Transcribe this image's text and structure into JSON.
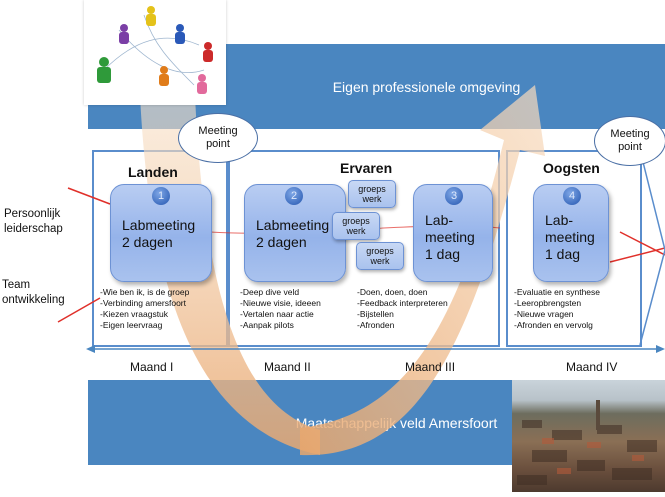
{
  "bands": {
    "top": "Eigen professionele omgeving",
    "bottom": "Maatschappelijk veld Amersfoort"
  },
  "meeting_points": [
    {
      "line1": "Meeting",
      "line2": "point"
    },
    {
      "line1": "Meeting",
      "line2": "point"
    }
  ],
  "side_labels": {
    "persoonlijk": [
      "Persoonlijk",
      "leiderschap"
    ],
    "team": [
      "Team",
      "ontwikkeling"
    ]
  },
  "phases": {
    "landen": "Landen",
    "ervaren": "Ervaren",
    "oogsten": "Oogsten"
  },
  "labs": [
    {
      "num": "1",
      "lines": [
        "Labmeeting",
        "2 dagen"
      ]
    },
    {
      "num": "2",
      "lines": [
        "Labmeeting",
        "2 dagen"
      ]
    },
    {
      "num": "3",
      "lines": [
        "Lab-",
        "meeting",
        "1 dag"
      ]
    },
    {
      "num": "4",
      "lines": [
        "Lab-",
        "meeting",
        "1 dag"
      ]
    }
  ],
  "groepswerk": [
    {
      "l1": "groeps",
      "l2": "werk"
    },
    {
      "l1": "groeps",
      "l2": "werk"
    },
    {
      "l1": "groeps",
      "l2": "werk"
    }
  ],
  "bullets": {
    "col1": [
      "-Wie ben ik, is de groep",
      "-Verbinding amersfoort",
      "-Kiezen vraagstuk",
      "-Eigen leervraag"
    ],
    "col2": [
      "-Deep dive veld",
      "-Nieuwe visie, ideeen",
      "-Vertalen naar actie",
      "-Aanpak pilots"
    ],
    "col3": [
      "-Doen, doen, doen",
      "-Feedback interpreteren",
      "-Bijstellen",
      "-Afronden"
    ],
    "col4": [
      "-Evaluatie en synthese",
      "-Leeropbrengsten",
      "-Nieuwe vragen",
      "-Afronden en vervolg"
    ]
  },
  "months": [
    "Maand I",
    "Maand II",
    "Maand III",
    "Maand IV"
  ],
  "colors": {
    "band": "#4a86c0",
    "phase_border": "#5a8dcc",
    "lab_fill": "#a9c2ee",
    "arrow_orange": "#f3c9a0",
    "red_line": "#e0302a"
  },
  "icons": {
    "people": "team-figures-image",
    "city": "amersfoort-aerial-photo"
  }
}
